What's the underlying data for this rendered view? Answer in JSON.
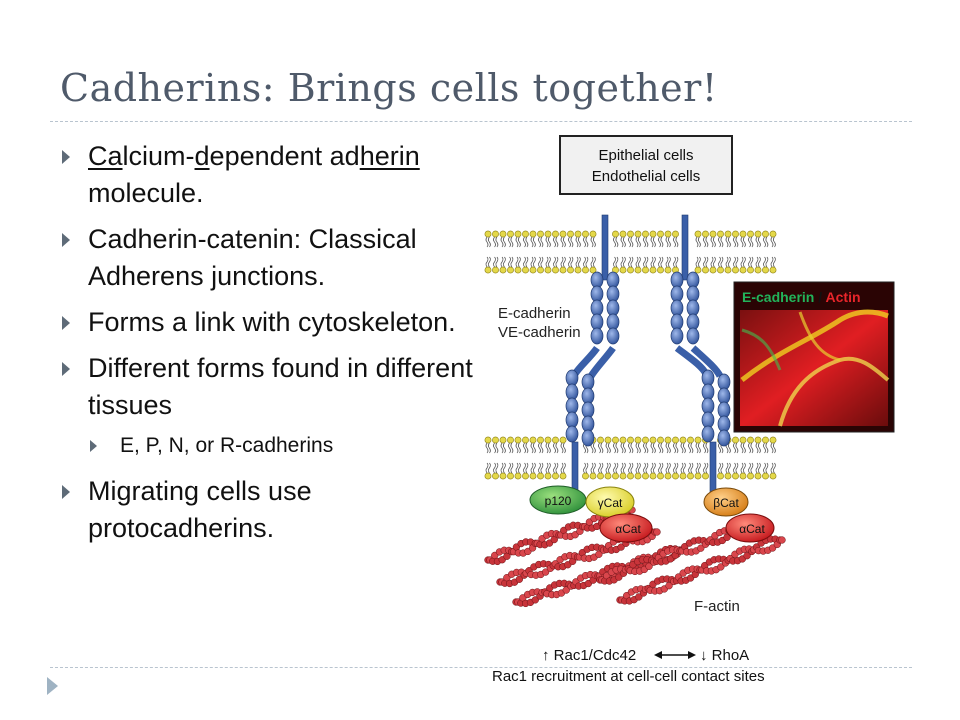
{
  "slide": {
    "title": "Cadherins: Brings cells together!",
    "bullets": [
      {
        "parts": [
          {
            "text": "Ca",
            "underline": true
          },
          {
            "text": "lcium-",
            "underline": false
          },
          {
            "text": "d",
            "underline": true
          },
          {
            "text": "ependent ad",
            "underline": false
          },
          {
            "text": "herin",
            "underline": true
          },
          {
            "text": " molecule.",
            "underline": false
          }
        ]
      },
      {
        "text": "Cadherin-catenin: Classical Adherens junctions."
      },
      {
        "text": "Forms a link with cytoskeleton."
      },
      {
        "text": "Different forms found in different tissues"
      },
      {
        "text": "E, P, N, or R-cadherins",
        "sub": true
      },
      {
        "text": "Migrating cells use protocadherins."
      }
    ]
  },
  "figure": {
    "cell_box": [
      "Epithelial cells",
      "Endothelial cells"
    ],
    "cadherin_label": [
      "E-cadherin",
      "VE-cadherin"
    ],
    "micro_label_green": "E-cadherin",
    "micro_label_sep": " / ",
    "micro_label_red": "Actin",
    "p120": "p120",
    "gamma_cat": "γCat",
    "alpha_cat": "αCat",
    "beta_cat": "βCat",
    "f_actin": "F-actin",
    "signal_rac": "↑ Rac1/Cdc42",
    "signal_rho": "↓ RhoA",
    "recruitment": "Rac1 recruitment at cell-cell contact sites",
    "colors": {
      "cadherin": "#3a5fa8",
      "lipid": "#e4d84a",
      "actin": "#c8343a",
      "p120": "#3aa14a",
      "gamma": "#e8df3a",
      "alpha": "#d42a2a",
      "beta": "#e08a1e",
      "micro_green": "#22b35a",
      "micro_red": "#e8252a"
    }
  }
}
